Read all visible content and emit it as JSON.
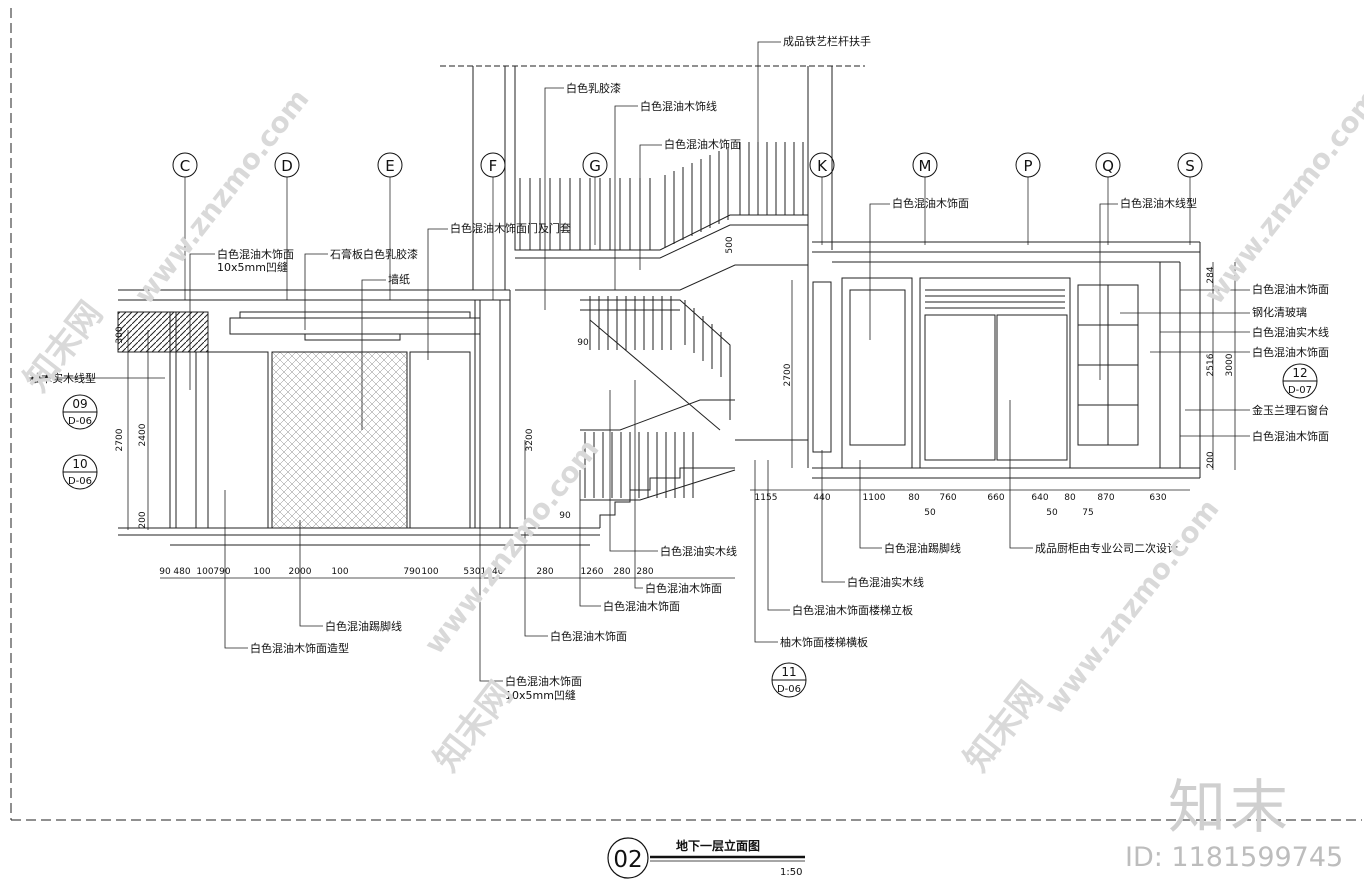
{
  "drawing": {
    "title": "地下一层立面图",
    "number": "02",
    "scale": "1:50"
  },
  "grid_labels": [
    "C",
    "D",
    "E",
    "F",
    "G",
    "K",
    "M",
    "P",
    "Q",
    "S"
  ],
  "callouts": [
    {
      "id": "c1",
      "text": "成品铁艺栏杆扶手"
    },
    {
      "id": "c2",
      "text": "白色乳胶漆"
    },
    {
      "id": "c3",
      "text": "白色混油木饰线"
    },
    {
      "id": "c4",
      "text": "白色混油木饰面"
    },
    {
      "id": "c5",
      "text": "白色混油木饰面"
    },
    {
      "id": "c6",
      "text": "白色混油木线型"
    },
    {
      "id": "c7",
      "text": "白色混油木饰面门及门套"
    },
    {
      "id": "c8",
      "text": "白色混油木饰面"
    },
    {
      "id": "c8b",
      "text": "10x5mm凹缝"
    },
    {
      "id": "c9",
      "text": "石膏板白色乳胶漆"
    },
    {
      "id": "c10",
      "text": "墙纸"
    },
    {
      "id": "c11",
      "text": "柚木实木线型"
    },
    {
      "id": "c12",
      "text": "白色混油木饰面"
    },
    {
      "id": "c13",
      "text": "钢化清玻璃"
    },
    {
      "id": "c14",
      "text": "白色混油实木线"
    },
    {
      "id": "c15",
      "text": "白色混油木饰面"
    },
    {
      "id": "c16",
      "text": "金玉兰理石窗台"
    },
    {
      "id": "c17",
      "text": "白色混油木饰面"
    },
    {
      "id": "c18",
      "text": "白色混油实木线"
    },
    {
      "id": "c19",
      "text": "白色混油踢脚线"
    },
    {
      "id": "c20",
      "text": "成品厨柜由专业公司二次设计"
    },
    {
      "id": "c21",
      "text": "白色混油木饰面"
    },
    {
      "id": "c22",
      "text": "白色混油实木线"
    },
    {
      "id": "c23",
      "text": "白色混油木饰面"
    },
    {
      "id": "c24",
      "text": "白色混油木饰面楼梯立板"
    },
    {
      "id": "c25",
      "text": "白色混油木饰面"
    },
    {
      "id": "c26",
      "text": "柚木饰面楼梯横板"
    },
    {
      "id": "c27",
      "text": "白色混油踢脚线"
    },
    {
      "id": "c28",
      "text": "白色混油木饰面造型"
    },
    {
      "id": "c29",
      "text": "白色混油木饰面"
    },
    {
      "id": "c29b",
      "text": "10x5mm凹缝"
    }
  ],
  "section_marks": [
    {
      "id": "s09",
      "top": "09",
      "bottom": "D-06"
    },
    {
      "id": "s10",
      "top": "10",
      "bottom": "D-06"
    },
    {
      "id": "s11",
      "top": "11",
      "bottom": "D-06"
    },
    {
      "id": "s12",
      "top": "12",
      "bottom": "D-07"
    }
  ],
  "dimensions_bottom_left": [
    "90",
    "480",
    "100",
    "790",
    "100",
    "2000",
    "100",
    "790",
    "100",
    "530",
    "1040",
    "280",
    "1260",
    "280",
    "280"
  ],
  "dimensions_bottom_right": [
    "1155",
    "440",
    "1100",
    "80",
    "760",
    "660",
    "640",
    "80",
    "870",
    "630"
  ],
  "dimensions_small": [
    "50",
    "50",
    "75",
    "90",
    "90"
  ],
  "dimensions_vertical": [
    "300",
    "2400",
    "2700",
    "200",
    "3200",
    "500",
    "2700",
    "284",
    "2516",
    "3000",
    "200"
  ],
  "watermarks": {
    "url": "www.znzmo.com",
    "site": "知末网",
    "brand": "知末",
    "id": "ID: 1181599745"
  },
  "colors": {
    "line": "#111111",
    "watermark": "#d9d9d9"
  }
}
